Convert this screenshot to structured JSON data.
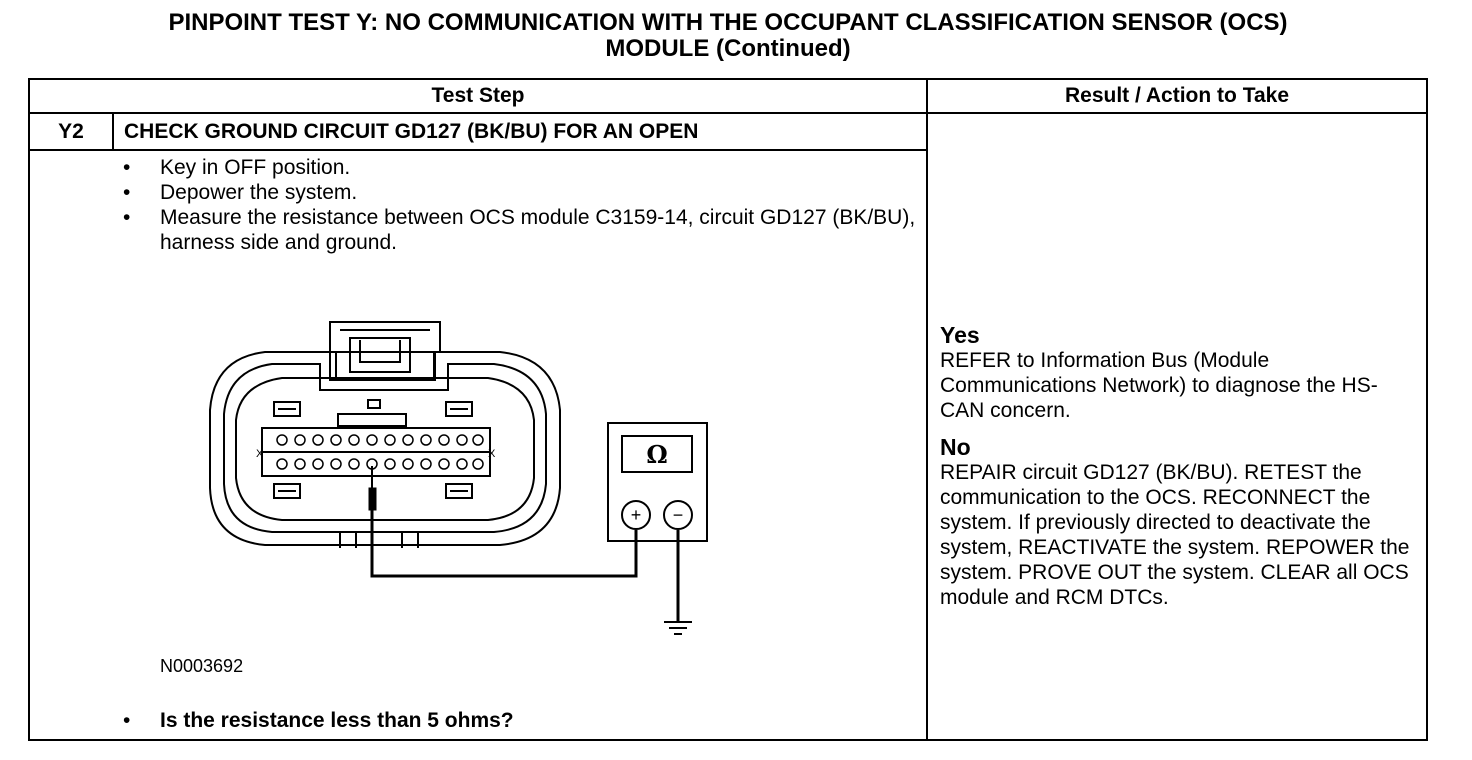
{
  "title": {
    "line1": "PINPOINT TEST  Y: NO COMMUNICATION WITH THE OCCUPANT CLASSIFICATION SENSOR (OCS)",
    "line2": "MODULE (Continued)"
  },
  "table": {
    "col_test_step": "Test Step",
    "col_result": "Result / Action to Take"
  },
  "step": {
    "id": "Y2",
    "title": "CHECK GROUND CIRCUIT GD127 (BK/BU) FOR AN OPEN",
    "bullets": [
      "Key in OFF position.",
      "Depower the system.",
      "Measure the resistance between OCS module C3159-14, circuit GD127 (BK/BU), harness side and ground."
    ],
    "figure_id": "N0003692",
    "question": "Is the resistance less than 5 ohms?"
  },
  "diagram": {
    "meter_symbol": "Ω",
    "plus_symbol": "+",
    "minus_symbol": "−",
    "pin_x_label": "X",
    "icons": [
      "connector-c3159",
      "ohmmeter-icon",
      "ground-symbol-icon",
      "test-probe-icon"
    ]
  },
  "results": {
    "yes": {
      "label": "Yes",
      "text": "REFER to Information Bus (Module Communications Network) to diagnose the HS-CAN concern."
    },
    "no": {
      "label": "No",
      "text": "REPAIR circuit GD127 (BK/BU). RETEST the communication to the OCS. RECONNECT the system. If previously directed to deactivate the system, REACTIVATE the system. REPOWER the system. PROVE OUT the system. CLEAR all OCS module and RCM DTCs."
    }
  }
}
